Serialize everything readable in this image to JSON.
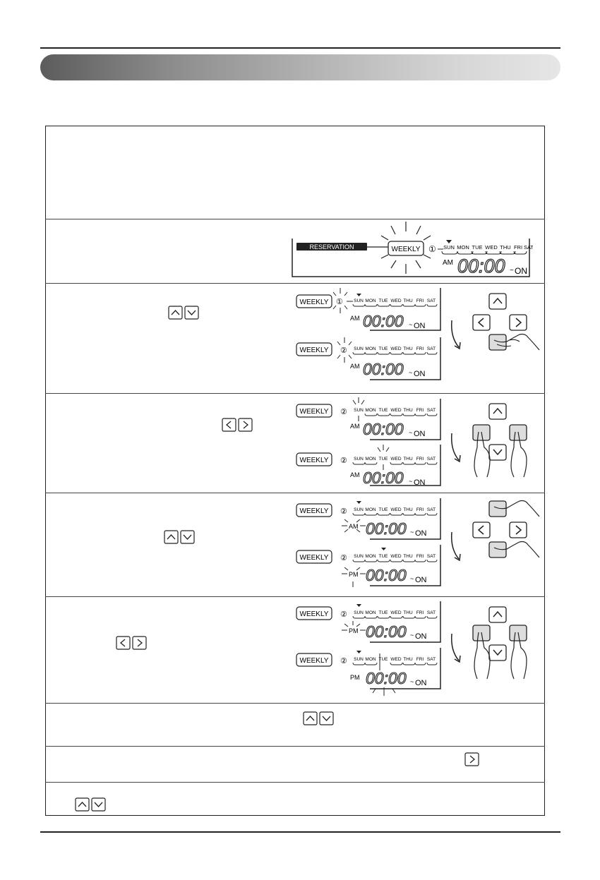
{
  "lcd": {
    "reservation": "RESERVATION",
    "weekly": "WEEKLY",
    "days": [
      "SUN",
      "MON",
      "TUE",
      "WED",
      "THU",
      "FRI",
      "SAT"
    ],
    "am": "AM",
    "pm": "PM",
    "time": "00:00",
    "tilde": "~",
    "on": "ON",
    "slot1": "①",
    "slot2": "②"
  }
}
